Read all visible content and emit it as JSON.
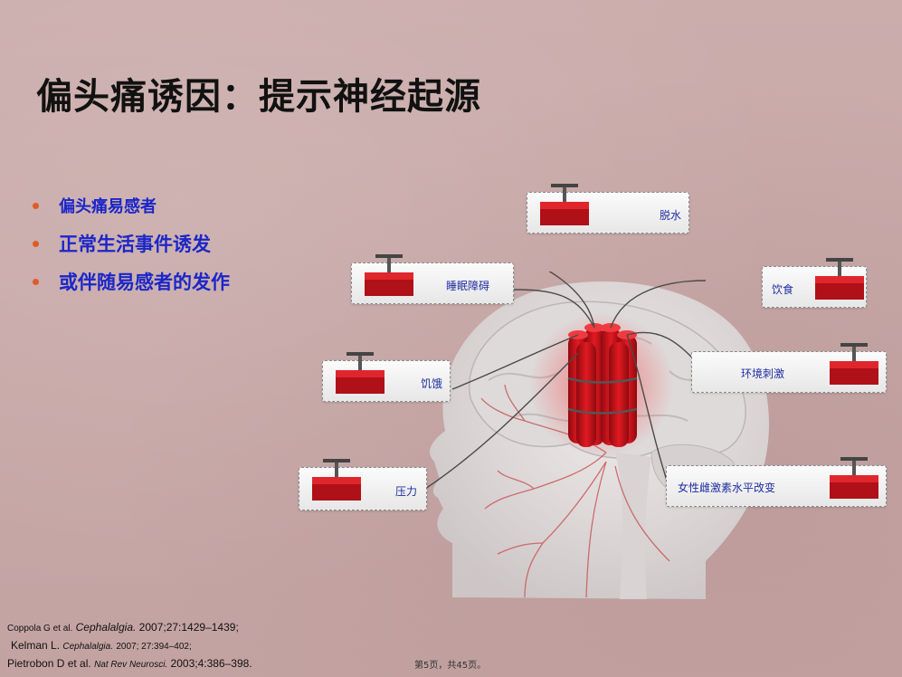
{
  "slide": {
    "title": "偏头痛诱因：提示神经起源",
    "bullets": [
      "偏头痛易感者",
      "正常生活事件诱发",
      "或伴随易感者的发作"
    ]
  },
  "triggers": {
    "tuoshui": "脱水",
    "shuimian": "睡眠障碍",
    "yinshi": "饮食",
    "jie": "饥饿",
    "huanjing": "环境刺激",
    "jisu": "女性雌激素水平改变",
    "yali": "压力"
  },
  "references": {
    "r1": {
      "authors": "Coppola G et al.",
      "journal": "Cephalalgia.",
      "details": "2007;27:1429–1439;"
    },
    "r2": {
      "authors": "Kelman L.",
      "journal": "Cephalalgia.",
      "details": "2007; 27:394–402;"
    },
    "r3": {
      "authors": "Pietrobon D et al.",
      "journal": "Nat Rev Neurosci.",
      "details": "2003;4:386–398."
    }
  },
  "footer": {
    "page": "第5页，共45页。"
  },
  "colors": {
    "title": "#111111",
    "bullet_text": "#1c26c8",
    "bullet_dot": "#e05a2a",
    "detonator": "#c8121a",
    "label": "#1f2ea0"
  }
}
